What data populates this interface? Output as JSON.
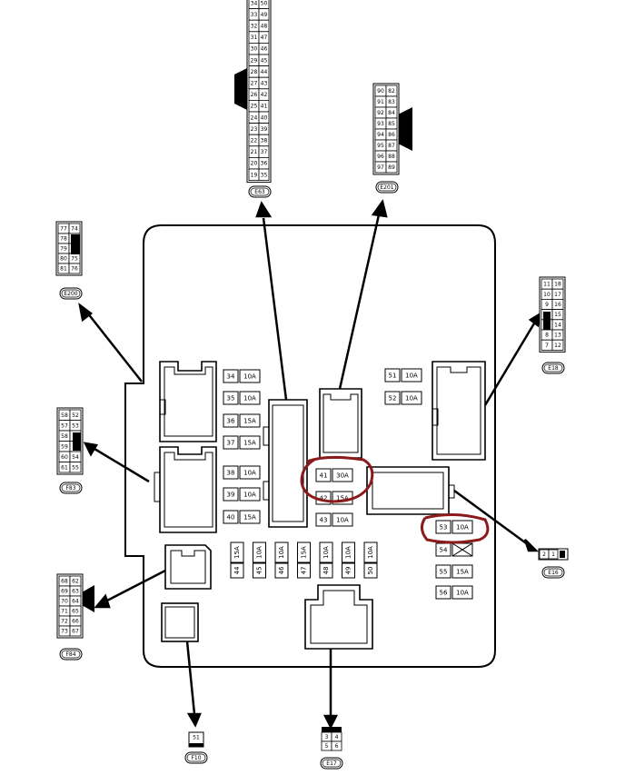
{
  "colors": {
    "ink": "#000000",
    "paper": "#ffffff",
    "highlight": "#8b1a1a"
  },
  "connectors": {
    "E63": {
      "label": "E63",
      "pins": [
        [
          "34",
          "50"
        ],
        [
          "33",
          "49"
        ],
        [
          "32",
          "48"
        ],
        [
          "31",
          "47"
        ],
        [
          "30",
          "46"
        ],
        [
          "29",
          "45"
        ],
        [
          "28",
          "44"
        ],
        [
          "27",
          "43"
        ],
        [
          "26",
          "42"
        ],
        [
          "25",
          "41"
        ],
        [
          "24",
          "40"
        ],
        [
          "23",
          "39"
        ],
        [
          "22",
          "38"
        ],
        [
          "21",
          "37"
        ],
        [
          "20",
          "36"
        ],
        [
          "19",
          "35"
        ]
      ]
    },
    "E201": {
      "label": "E201",
      "pins": [
        [
          "90",
          "82"
        ],
        [
          "91",
          "83"
        ],
        [
          "92",
          "84"
        ],
        [
          "93",
          "85"
        ],
        [
          "94",
          "86"
        ],
        [
          "95",
          "87"
        ],
        [
          "96",
          "88"
        ],
        [
          "97",
          "89"
        ]
      ]
    },
    "E200": {
      "label": "E200",
      "pins": [
        [
          "77",
          "74"
        ],
        [
          "78",
          ""
        ],
        [
          "79",
          ""
        ],
        [
          "80",
          "75"
        ],
        [
          "81",
          "76"
        ]
      ]
    },
    "E18": {
      "label": "E18",
      "pins": [
        [
          "11",
          "18"
        ],
        [
          "10",
          "17"
        ],
        [
          "9",
          "16"
        ],
        [
          "",
          "15"
        ],
        [
          "",
          "14"
        ],
        [
          "8",
          "13"
        ],
        [
          "7",
          "12"
        ]
      ]
    },
    "F83": {
      "label": "F83",
      "pins": [
        [
          "58",
          "52"
        ],
        [
          "57",
          "53"
        ],
        [
          "58",
          ""
        ],
        [
          "59",
          ""
        ],
        [
          "60",
          "54"
        ],
        [
          "61",
          "55"
        ]
      ]
    },
    "F84": {
      "label": "F84",
      "pins": [
        [
          "68",
          "62"
        ],
        [
          "69",
          "63"
        ],
        [
          "70",
          "64"
        ],
        [
          "71",
          "65"
        ],
        [
          "72",
          "66"
        ],
        [
          "73",
          "67"
        ]
      ]
    },
    "E16": {
      "label": "E16",
      "pins": [
        "2",
        "1"
      ]
    },
    "F10": {
      "label": "F10",
      "pins": [
        "51"
      ]
    },
    "E17": {
      "label": "E17",
      "pins": [
        [
          "3",
          "4"
        ],
        [
          "5",
          "6"
        ]
      ]
    }
  },
  "fuses_left": [
    {
      "num": "34",
      "amp": "10A"
    },
    {
      "num": "35",
      "amp": "10A"
    },
    {
      "num": "36",
      "amp": "15A"
    },
    {
      "num": "37",
      "amp": "15A"
    },
    {
      "num": "38",
      "amp": "10A"
    },
    {
      "num": "39",
      "amp": "10A"
    },
    {
      "num": "40",
      "amp": "15A"
    }
  ],
  "fuses_vertical": [
    {
      "num": "44",
      "amp": "15A"
    },
    {
      "num": "45",
      "amp": "10A"
    },
    {
      "num": "46",
      "amp": "10A"
    },
    {
      "num": "47",
      "amp": "15A"
    },
    {
      "num": "48",
      "amp": "10A"
    },
    {
      "num": "49",
      "amp": "10A"
    },
    {
      "num": "50",
      "amp": "10A"
    }
  ],
  "fuses_center": [
    {
      "num": "41",
      "amp": "30A"
    },
    {
      "num": "42",
      "amp": "15A"
    },
    {
      "num": "43",
      "amp": "10A"
    }
  ],
  "fuses_top_right": [
    {
      "num": "51",
      "amp": "10A"
    },
    {
      "num": "52",
      "amp": "10A"
    }
  ],
  "fuses_bottom_right": [
    {
      "num": "53",
      "amp": "10A"
    },
    {
      "num": "54",
      "amp": ""
    },
    {
      "num": "55",
      "amp": "15A"
    },
    {
      "num": "56",
      "amp": "10A"
    }
  ]
}
